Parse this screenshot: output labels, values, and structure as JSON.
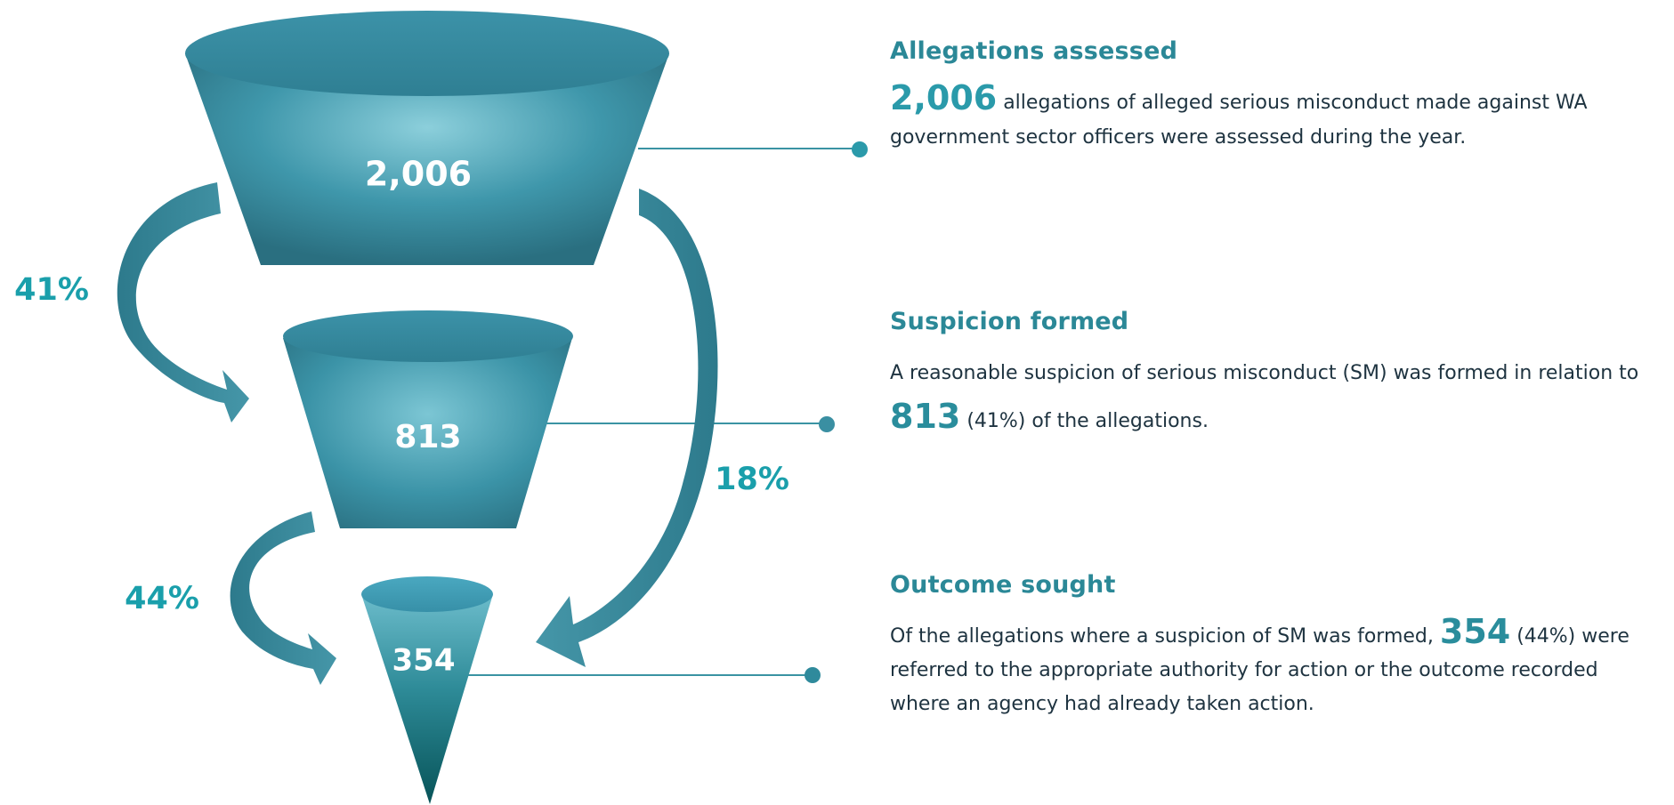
{
  "stages": [
    {
      "value_label": "2,006",
      "heading": "Allegations assessed",
      "highlight": "2,006",
      "text_before": "",
      "text_after": " allegations of alleged serious misconduct made against WA government sector officers were assessed during the year."
    },
    {
      "value_label": "813",
      "heading": "Suspicion formed",
      "highlight": "813",
      "text_before": "A reasonable suspicion of serious misconduct (SM) was formed in relation to ",
      "text_after": " (41%) of the allegations."
    },
    {
      "value_label": "354",
      "heading": "Outcome sought",
      "highlight": "354",
      "text_before": "Of the allegations where a suspicion of SM was formed, ",
      "text_after": " (44%) were referred to the appropriate authority for action or the outcome recorded where an agency had already taken action."
    }
  ],
  "arrows": [
    {
      "label": "41%",
      "from": "2,006",
      "to": "813"
    },
    {
      "label": "44%",
      "from": "813",
      "to": "354"
    },
    {
      "label": "18%",
      "from": "2,006",
      "to": "354"
    }
  ],
  "colors": {
    "funnel_dark": "#2d7788",
    "funnel_mid": "#3f97ab",
    "funnel_light": "#8ed0dc",
    "arrow": "#3a8799",
    "percent_text": "#1a9fab",
    "connector": "#3a93a3"
  }
}
